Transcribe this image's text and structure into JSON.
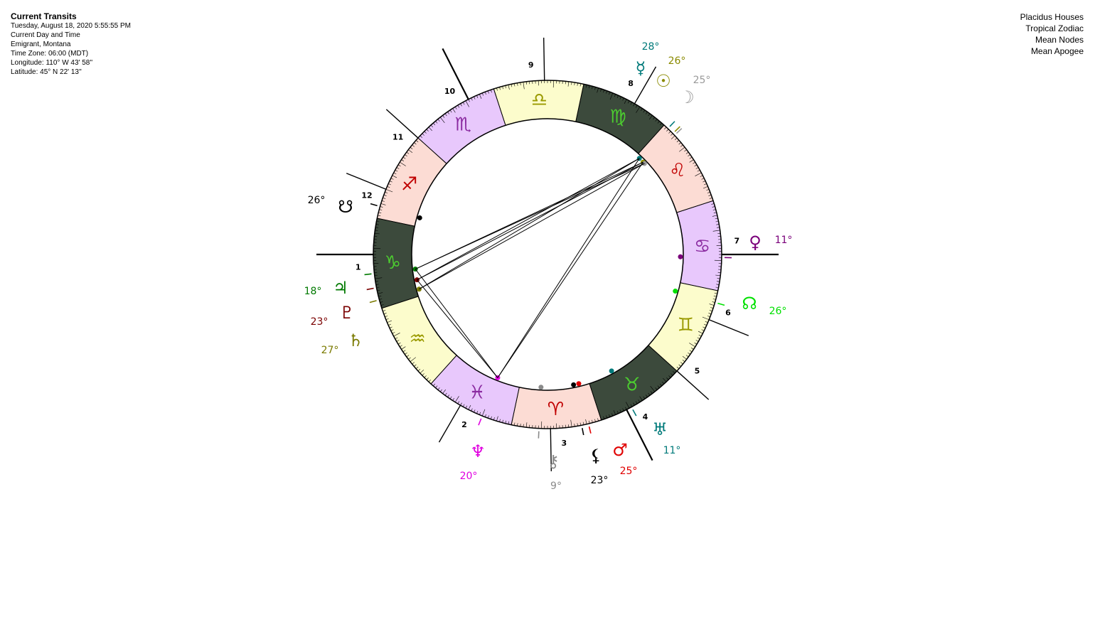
{
  "header": {
    "title": "Current Transits",
    "datetime": "Tuesday, August 18, 2020  5:55:55 PM",
    "subtitle": "Current Day and Time",
    "location": "Emigrant, Montana",
    "timezone": "Time Zone: 06:00 (MDT)",
    "longitude": "Longitude: 110° W 43' 58''",
    "latitude": "Latitude: 45° N 22' 13''"
  },
  "settings": {
    "houses": "Placidus Houses",
    "zodiac": "Tropical Zodiac",
    "nodes": "Mean Nodes",
    "apogee": "Mean Apogee"
  },
  "colors": {
    "fire": "#fcdcd4",
    "earth": "#3c4a3c",
    "air": "#fcfccc",
    "water": "#e8c8fc"
  },
  "signs": [
    {
      "name": "Aries",
      "glyph": "♈",
      "color": "#c00000"
    },
    {
      "name": "Taurus",
      "glyph": "♉",
      "color": "#4ccc30"
    },
    {
      "name": "Gemini",
      "glyph": "♊",
      "color": "#9a9a00"
    },
    {
      "name": "Cancer",
      "glyph": "♋",
      "color": "#8a2aa0"
    },
    {
      "name": "Leo",
      "glyph": "♌",
      "color": "#c00000"
    },
    {
      "name": "Virgo",
      "glyph": "♍",
      "color": "#4ccc30"
    },
    {
      "name": "Libra",
      "glyph": "♎",
      "color": "#9a9a00"
    },
    {
      "name": "Scorpio",
      "glyph": "♏",
      "color": "#8a2aa0"
    },
    {
      "name": "Sagittarius",
      "glyph": "♐",
      "color": "#c00000"
    },
    {
      "name": "Capricorn",
      "glyph": "♑",
      "color": "#4ccc30"
    },
    {
      "name": "Aquarius",
      "glyph": "♒",
      "color": "#9a9a00"
    },
    {
      "name": "Pisces",
      "glyph": "♓",
      "color": "#8a2aa0"
    }
  ],
  "houses": [
    {
      "number": "1",
      "cusp": 282
    },
    {
      "number": "2",
      "cusp": 342
    },
    {
      "number": "3",
      "cusp": 13
    },
    {
      "number": "4",
      "cusp": 39
    },
    {
      "number": "5",
      "cusp": 60
    },
    {
      "number": "6",
      "cusp": 80
    },
    {
      "number": "7",
      "cusp": 102
    },
    {
      "number": "8",
      "cusp": 162
    },
    {
      "number": "9",
      "cusp": 193
    },
    {
      "number": "10",
      "cusp": 219
    },
    {
      "number": "11",
      "cusp": 240
    },
    {
      "number": "12",
      "cusp": 260
    }
  ],
  "planets": [
    {
      "name": "Sun",
      "glyph": "☉",
      "degree": "26°",
      "longitude": 146.0,
      "color": "#8a8a00"
    },
    {
      "name": "Moon",
      "glyph": "☽",
      "degree": "25°",
      "longitude": 145.2,
      "color": "#9a9a9a"
    },
    {
      "name": "Mercury",
      "glyph": "☿",
      "degree": "28°",
      "longitude": 148.3,
      "color": "#007a7a"
    },
    {
      "name": "Venus",
      "glyph": "♀",
      "degree": "11°",
      "longitude": 101.0,
      "color": "#7a007a"
    },
    {
      "name": "Mars",
      "glyph": "♂",
      "degree": "25°",
      "longitude": 25.6,
      "color": "#e00000"
    },
    {
      "name": "Jupiter",
      "glyph": "♃",
      "degree": "18°",
      "longitude": 288.3,
      "color": "#007a00"
    },
    {
      "name": "Saturn",
      "glyph": "♄",
      "degree": "27°",
      "longitude": 297.1,
      "color": "#7a7a00"
    },
    {
      "name": "Uranus",
      "glyph": "♅",
      "degree": "11°",
      "longitude": 40.8,
      "color": "#007a7a"
    },
    {
      "name": "Neptune",
      "glyph": "♆",
      "degree": "20°",
      "longitude": 350.0,
      "color": "#e000e0"
    },
    {
      "name": "Pluto",
      "glyph": "♇",
      "degree": "23°",
      "longitude": 293.0,
      "color": "#7a0000"
    },
    {
      "name": "Chiron",
      "glyph": "⚷",
      "degree": "9°",
      "longitude": 9.2,
      "color": "#8a8a8a"
    },
    {
      "name": "Mean Apogee",
      "glyph": "⚸",
      "degree": "23°",
      "longitude": 23.3,
      "color": "#000000"
    },
    {
      "name": "North Node",
      "glyph": "☊",
      "degree": "26°",
      "longitude": 86.0,
      "color": "#00e000"
    },
    {
      "name": "South Node",
      "glyph": "☋",
      "degree": "26°",
      "longitude": 266.0,
      "color": "#000000"
    }
  ]
}
